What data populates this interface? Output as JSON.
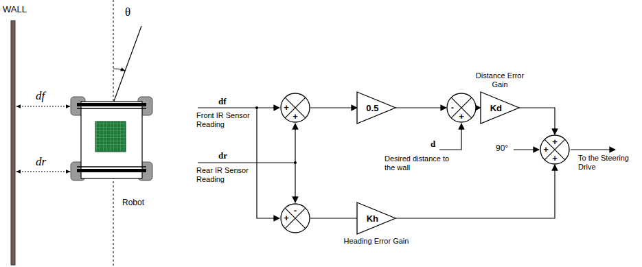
{
  "diagram": {
    "nodes": [
      {
        "text": [
          "+",
          "+"
        ]
      },
      {
        "text": [
          "0.5"
        ]
      },
      {
        "text": [
          "-",
          "+"
        ]
      },
      {
        "text": [
          "Distance Error Gain",
          "Kd"
        ]
      },
      {
        "text": [
          "+",
          "+",
          "+"
        ]
      },
      {
        "text": [
          "-",
          "+"
        ]
      },
      {
        "text": [
          "Kh",
          "Heading Error Gain"
        ]
      }
    ],
    "edges": [
      {
        "from": 0,
        "to": 1,
        "arrow": "to"
      },
      {
        "from": 1,
        "to": 2,
        "arrow": "to"
      },
      {
        "from": 2,
        "to": 3,
        "arrow": "to"
      },
      {
        "from": 3,
        "to": 4,
        "arrow": "to"
      },
      {
        "from": 5,
        "to": 6,
        "arrow": "none"
      },
      {
        "from": 6,
        "to": 4,
        "arrow": "to"
      }
    ],
    "labels": [
      "WALL",
      "df",
      "dr",
      "θ",
      "Robot",
      "df",
      "Front IR Sensor Reading",
      "dr",
      "Rear IR Sensor Reading",
      "d",
      "Desired distance to the wall",
      "90°",
      "To the Steering Drive"
    ]
  }
}
